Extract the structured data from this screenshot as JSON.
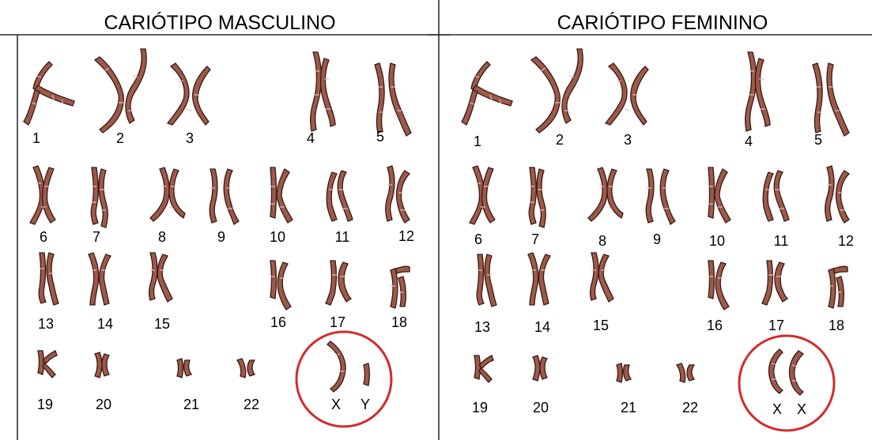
{
  "panels": [
    {
      "id": "masculino",
      "title": "CARIÓTIPO MASCULINO",
      "labels": [
        "1",
        "2",
        "3",
        "4",
        "5",
        "6",
        "7",
        "8",
        "9",
        "10",
        "11",
        "12",
        "13",
        "14",
        "15",
        "16",
        "17",
        "18",
        "19",
        "20",
        "21",
        "22",
        "X",
        "Y"
      ],
      "sex_chromosomes": [
        "X",
        "Y"
      ]
    },
    {
      "id": "feminino",
      "title": "CARIÓTIPO FEMININO",
      "labels": [
        "1",
        "2",
        "3",
        "4",
        "5",
        "6",
        "7",
        "8",
        "9",
        "10",
        "11",
        "12",
        "13",
        "14",
        "15",
        "16",
        "17",
        "18",
        "19",
        "20",
        "21",
        "22",
        "X",
        "X"
      ],
      "sex_chromosomes": [
        "X",
        "X"
      ]
    }
  ],
  "colors": {
    "chromosome": "#9c5a4a",
    "chromosome_outline": "#3a1a12",
    "banding": "#e0b8c8",
    "highlight_circle": "#d42a2a",
    "border": "#000000"
  }
}
